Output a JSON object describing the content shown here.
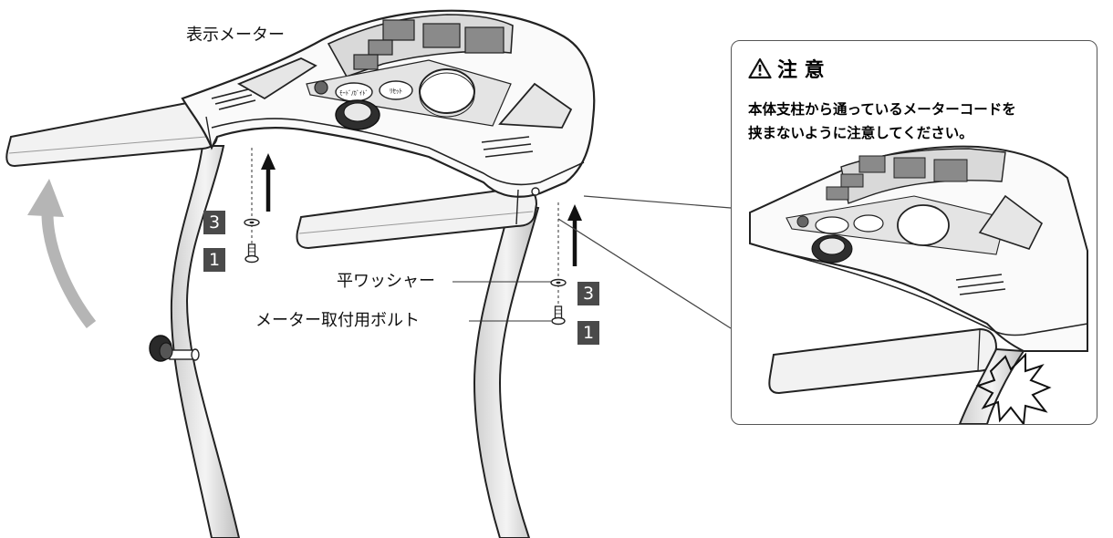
{
  "labels": {
    "meter": "表示メーター",
    "washer": "平ワッシャー",
    "bolt": "メーター取付用ボルト"
  },
  "part_numbers": {
    "left_washer": "3",
    "left_bolt": "1",
    "right_washer": "3",
    "right_bolt": "1"
  },
  "caution": {
    "title": "注 意",
    "line1": "本体支柱から通っているメーターコードを",
    "line2": "挟まないように注意してください。"
  },
  "console_buttons": {
    "left": "ﾓｰﾄﾞ/ｶﾞｲﾄﾞ",
    "right": "ﾘｾｯﾄ"
  },
  "icons": [
    "warning-triangle-icon",
    "up-arrow-icon",
    "rotate-arrow-icon",
    "impact-burst-icon"
  ],
  "colors": {
    "outline": "#222222",
    "body": "#ffffff",
    "shade": "#d9d9d9",
    "label_box": "#4a4a4a",
    "arrow": "#b5b5b5"
  }
}
